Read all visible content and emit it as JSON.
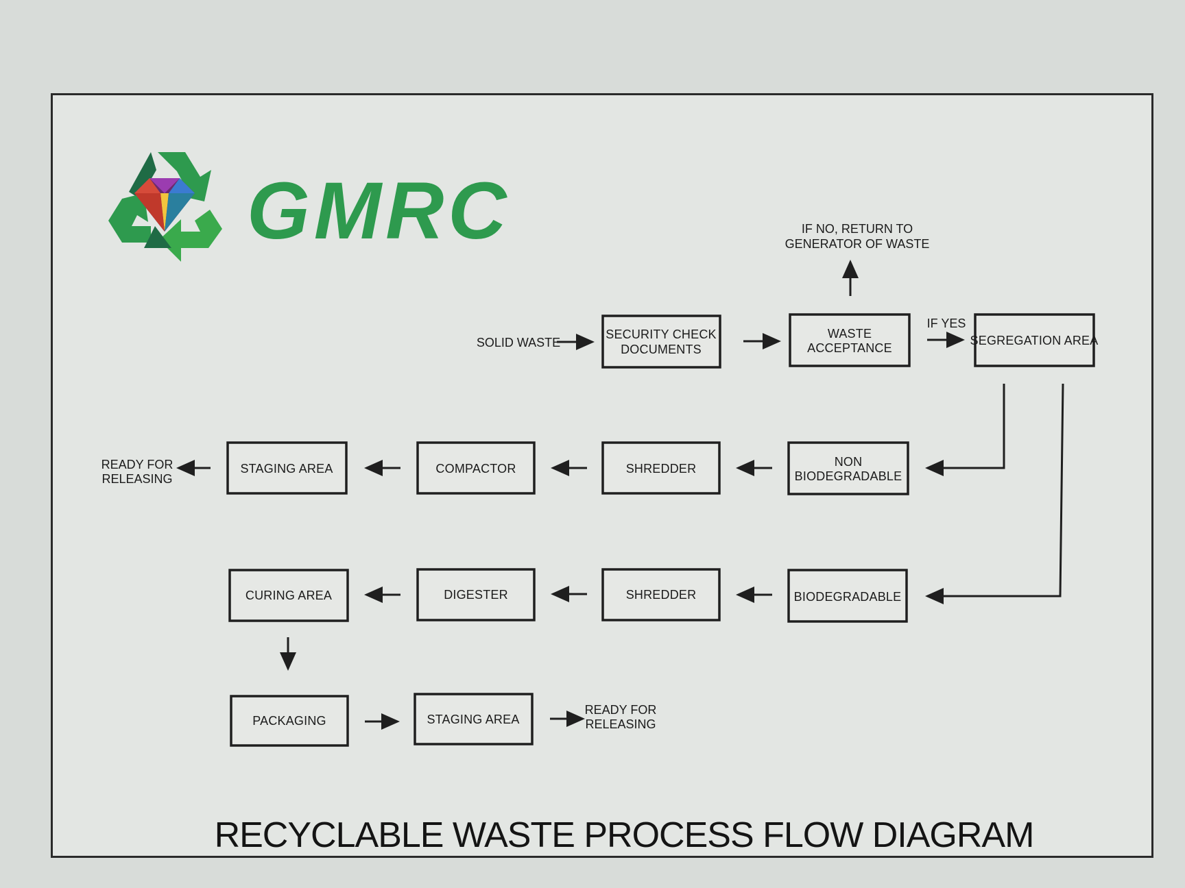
{
  "brand": {
    "name": "GMRC",
    "colors": {
      "dark_green": "#1f6b45",
      "green": "#2e9a4e",
      "light_green": "#45b34a"
    }
  },
  "title": "RECYCLABLE WASTE PROCESS FLOW DIAGRAM",
  "inputs": {
    "solid_waste": "SOLID WASTE"
  },
  "notes": {
    "if_no_line1": "IF NO, RETURN TO",
    "if_no_line2": "GENERATOR OF WASTE",
    "if_yes": "IF YES"
  },
  "steps": {
    "security": [
      "SECURITY CHECK",
      "DOCUMENTS"
    ],
    "acceptance": [
      "WASTE",
      "ACCEPTANCE"
    ],
    "segregation": [
      "SEGREGATION AREA"
    ],
    "non_bio": [
      "NON",
      "BIODEGRADABLE"
    ],
    "shredder_1": [
      "SHREDDER"
    ],
    "compactor": [
      "COMPACTOR"
    ],
    "staging_1": [
      "STAGING AREA"
    ],
    "biodegradable": [
      "BIODEGRADABLE"
    ],
    "shredder_2": [
      "SHREDDER"
    ],
    "digester": [
      "DIGESTER"
    ],
    "curing": [
      "CURING AREA"
    ],
    "packaging": [
      "PACKAGING"
    ],
    "staging_2": [
      "STAGING AREA"
    ]
  },
  "outputs": {
    "ready_1": [
      "READY FOR",
      "RELEASING"
    ],
    "ready_2": [
      "READY FOR",
      "RELEASING"
    ]
  }
}
